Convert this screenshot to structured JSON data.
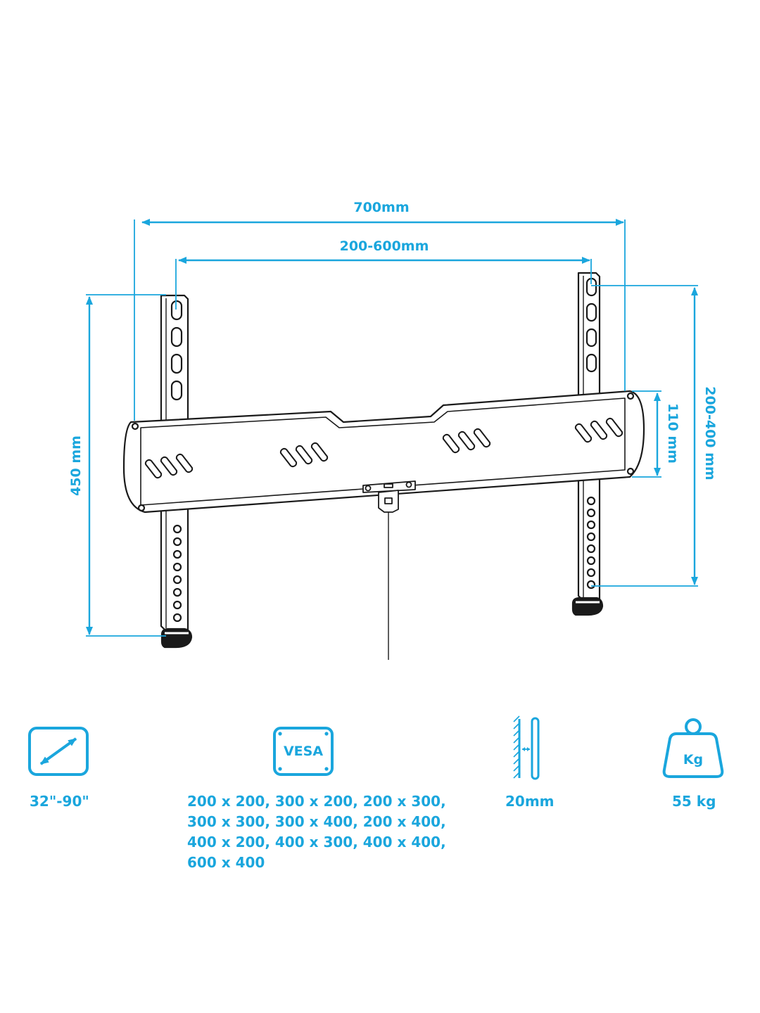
{
  "dimensions": {
    "total_width": "700mm",
    "vesa_width": "200-600mm",
    "total_height": "450 mm",
    "vesa_height": "200-400 mm",
    "rail_height": "110 mm"
  },
  "specs": {
    "screen_size": {
      "icon": "diagonal-arrow-icon",
      "label": "32\"-90\""
    },
    "vesa": {
      "icon": "vesa-icon",
      "icon_text": "VESA",
      "lines": [
        "200 x 200, 300 x 200, 200 x 300,",
        "300 x 300, 300 x 400, 200 x 400,",
        "400 x 200, 400 x 300, 400 x 400,",
        "600 x 400"
      ]
    },
    "wall_distance": {
      "icon": "wall-distance-icon",
      "label": "20mm"
    },
    "max_load": {
      "icon": "weight-icon",
      "icon_text": "Kg",
      "label": "55 kg"
    }
  },
  "colors": {
    "accent": "#1aa6dd",
    "line": "#1a1a1a"
  }
}
